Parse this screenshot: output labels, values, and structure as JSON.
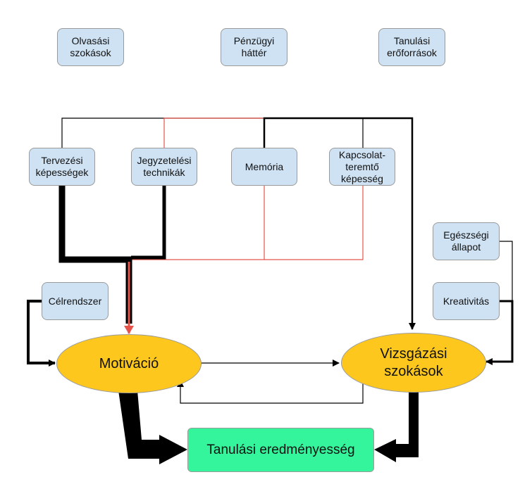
{
  "colors": {
    "node_fill": "#cfe2f3",
    "ellipse_fill": "#fdc71e",
    "result_fill": "#34f59b",
    "red_line": "#e5534b",
    "black_line": "#000000"
  },
  "nodes": {
    "olvasasi": "Olvasási\nszokások",
    "penzugyi": "Pénzügyi\nháttér",
    "tanulasi_eroforrasok": "Tanulási\nerőforrások",
    "tervezesi": "Tervezési\nképességek",
    "jegyzetelesi": "Jegyzetelési\ntechnikák",
    "memoria": "Memória",
    "kapcsolatteremto": "Kapcsolat-\nteremtő\nképesség",
    "egeszsegi": "Egészségi\nállapot",
    "kreativitas": "Kreativitás",
    "celrendszer": "Célrendszer",
    "motivacio": "Motiváció",
    "vizsgazasi": "Vizsgázási\nszokások",
    "eredmenyesseg": "Tanulási eredményesség"
  }
}
